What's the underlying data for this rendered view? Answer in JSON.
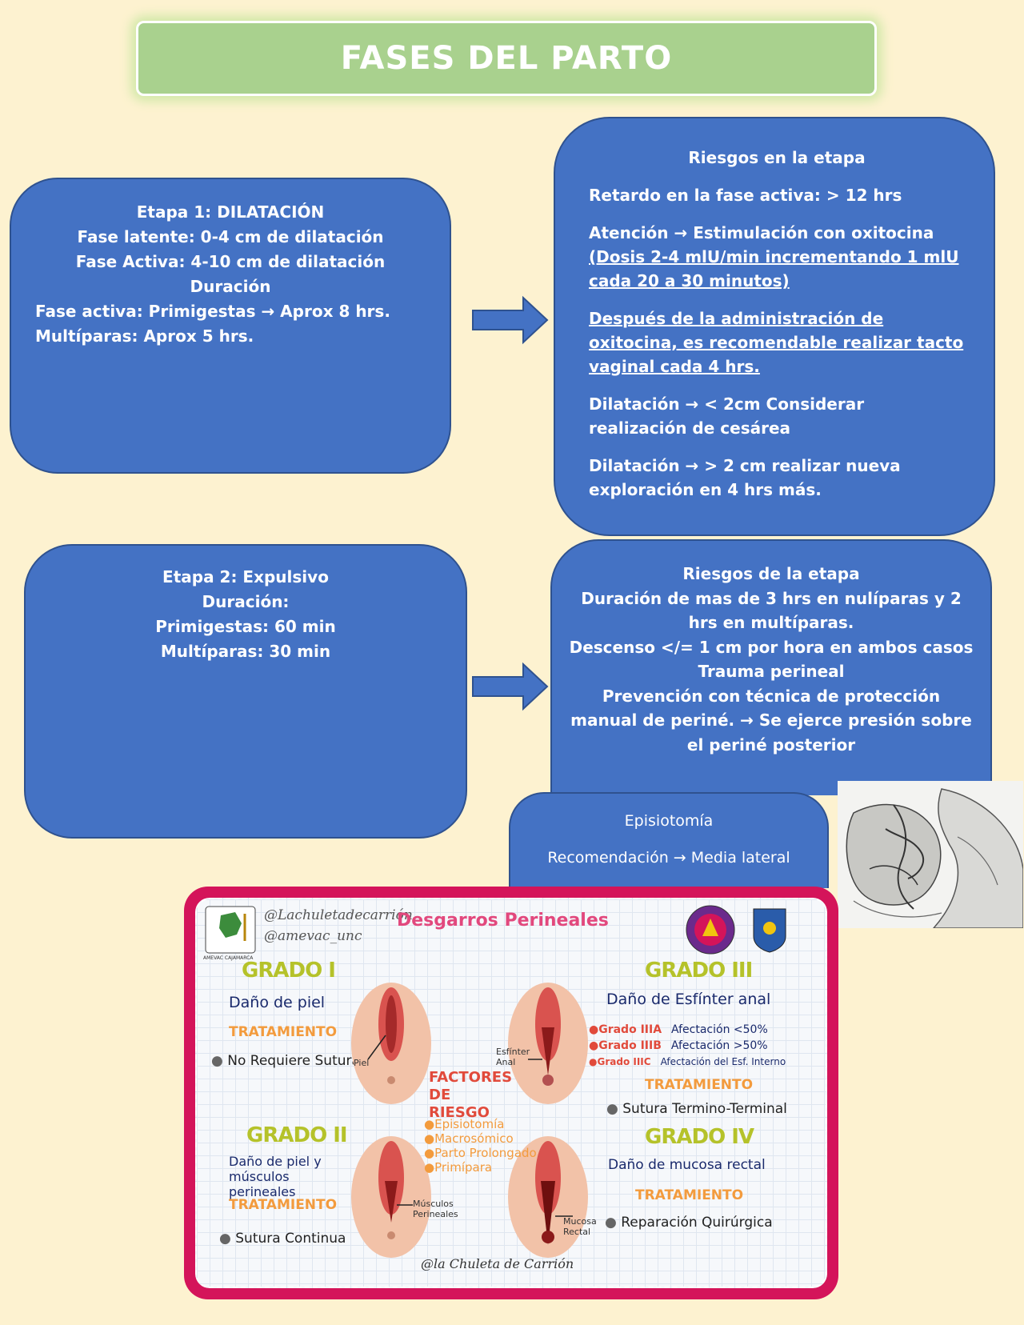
{
  "title": "FASES DEL PARTO",
  "stage1": {
    "lines": [
      "Etapa 1: DILATACIÓN",
      "Fase latente: 0-4 cm de dilatación",
      "Fase Activa: 4-10 cm de dilatación",
      "Duración",
      "Fase activa: Primigestas → Aprox 8 hrs.",
      "Multíparas: Aprox 5 hrs."
    ]
  },
  "risks1": {
    "heading": "Riesgos en la etapa",
    "items": [
      "Retardo en la fase activa: > 12 hrs",
      "Atención → Estimulación con oxitocina",
      "(Dosis 2-4 mlU/min incrementando 1 mlU cada 20 a 30 minutos)",
      "Después de la administración de oxitocina, es recomendable realizar tacto vaginal cada 4 hrs.",
      "Dilatación → < 2cm Considerar realización de cesárea",
      "Dilatación → > 2 cm realizar nueva exploración en 4 hrs más."
    ]
  },
  "stage2": {
    "lines": [
      "Etapa 2: Expulsivo",
      "Duración:",
      "Primigestas: 60 min",
      "Multíparas: 30 min"
    ]
  },
  "risks2": {
    "lines": [
      "Riesgos de la etapa",
      "Duración de mas de 3 hrs en nulíparas y 2 hrs en multíparas.",
      "Descenso </= 1 cm por hora en ambos casos",
      "Trauma perineal",
      "Prevención con técnica de protección manual de periné. → Se ejerce presión sobre el periné posterior"
    ]
  },
  "episiotomy": {
    "title": "Episiotomía",
    "recommendation": "Recomendación → Media lateral"
  },
  "infographic": {
    "handle1": "@Lachuletadecarrión",
    "handle2": "@amevac_unc",
    "title": "Desgarros Perineales",
    "logo_text": "AMEVAC CAJAMARCA",
    "grade1": {
      "name": "GRADO I",
      "desc": "Daño de piel",
      "treatment_label": "TRATAMIENTO",
      "treatment": "No Requiere Sutura",
      "anatomy_label": "Piel"
    },
    "grade2": {
      "name": "GRADO II",
      "desc": "Daño de piel y músculos perineales",
      "treatment_label": "TRATAMIENTO",
      "treatment": "Sutura Continua",
      "anatomy_label": "Músculos Perineales"
    },
    "grade3": {
      "name": "GRADO III",
      "desc": "Daño de Esfínter anal",
      "subgrades": [
        {
          "g": "Grado IIIA",
          "d": "Afectación <50%"
        },
        {
          "g": "Grado IIIB",
          "d": "Afectación >50%"
        },
        {
          "g": "Grado IIIC",
          "d": "Afectación del Esf. Interno"
        }
      ],
      "treatment_label": "TRATAMIENTO",
      "treatment": "Sutura Termino-Terminal",
      "anatomy_label": "Esfínter Anal"
    },
    "grade4": {
      "name": "GRADO IV",
      "desc": "Daño de mucosa rectal",
      "treatment_label": "TRATAMIENTO",
      "treatment": "Reparación Quirúrgica",
      "anatomy_label": "Mucosa Rectal"
    },
    "risk_factors": {
      "title": "FACTORES DE RIESGO",
      "items": [
        "Episiotomía",
        "Macrosómico",
        "Parto Prolongado",
        "Primípara"
      ]
    },
    "signature": "@la Chuleta de Carrión"
  },
  "colors": {
    "background": "#fdf2d0",
    "box_blue": "#4472c4",
    "title_green": "#a9d18e",
    "frame_magenta": "#d4145a"
  }
}
